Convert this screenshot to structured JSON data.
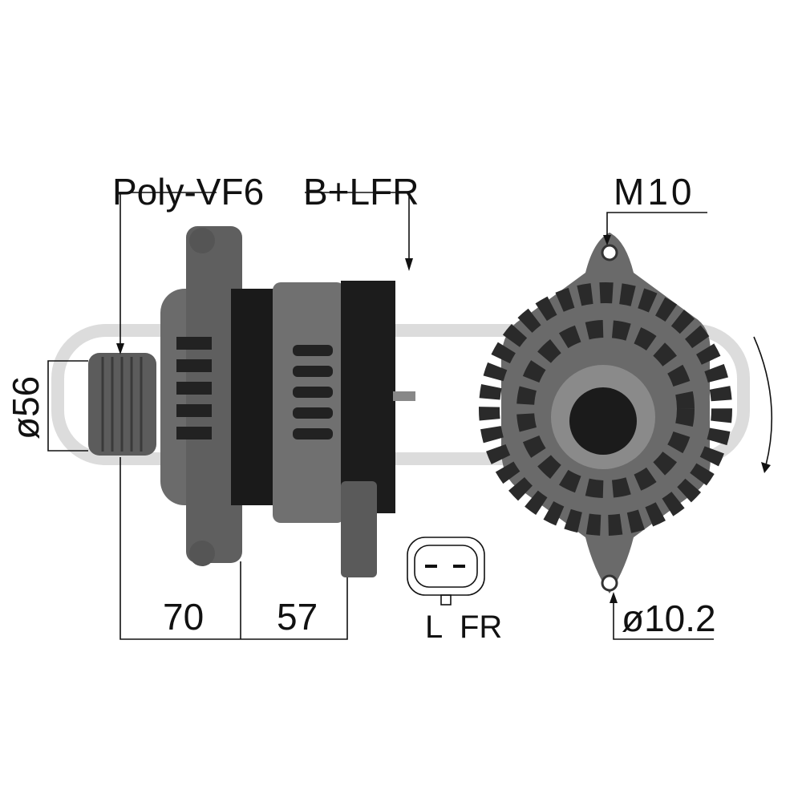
{
  "labels": {
    "belt": "Poly-VF6",
    "connector_type": "B+LFR",
    "thread": "M10",
    "pulley_diameter": "ø56",
    "dim_front": "70",
    "dim_rear": "57",
    "pin_l": "L",
    "pin_fr": "FR",
    "hole_diameter": "ø10.2"
  },
  "colors": {
    "metal": "#6e6e6e",
    "dark": "#1c1c1c",
    "watermark": "#d9d9d9"
  }
}
